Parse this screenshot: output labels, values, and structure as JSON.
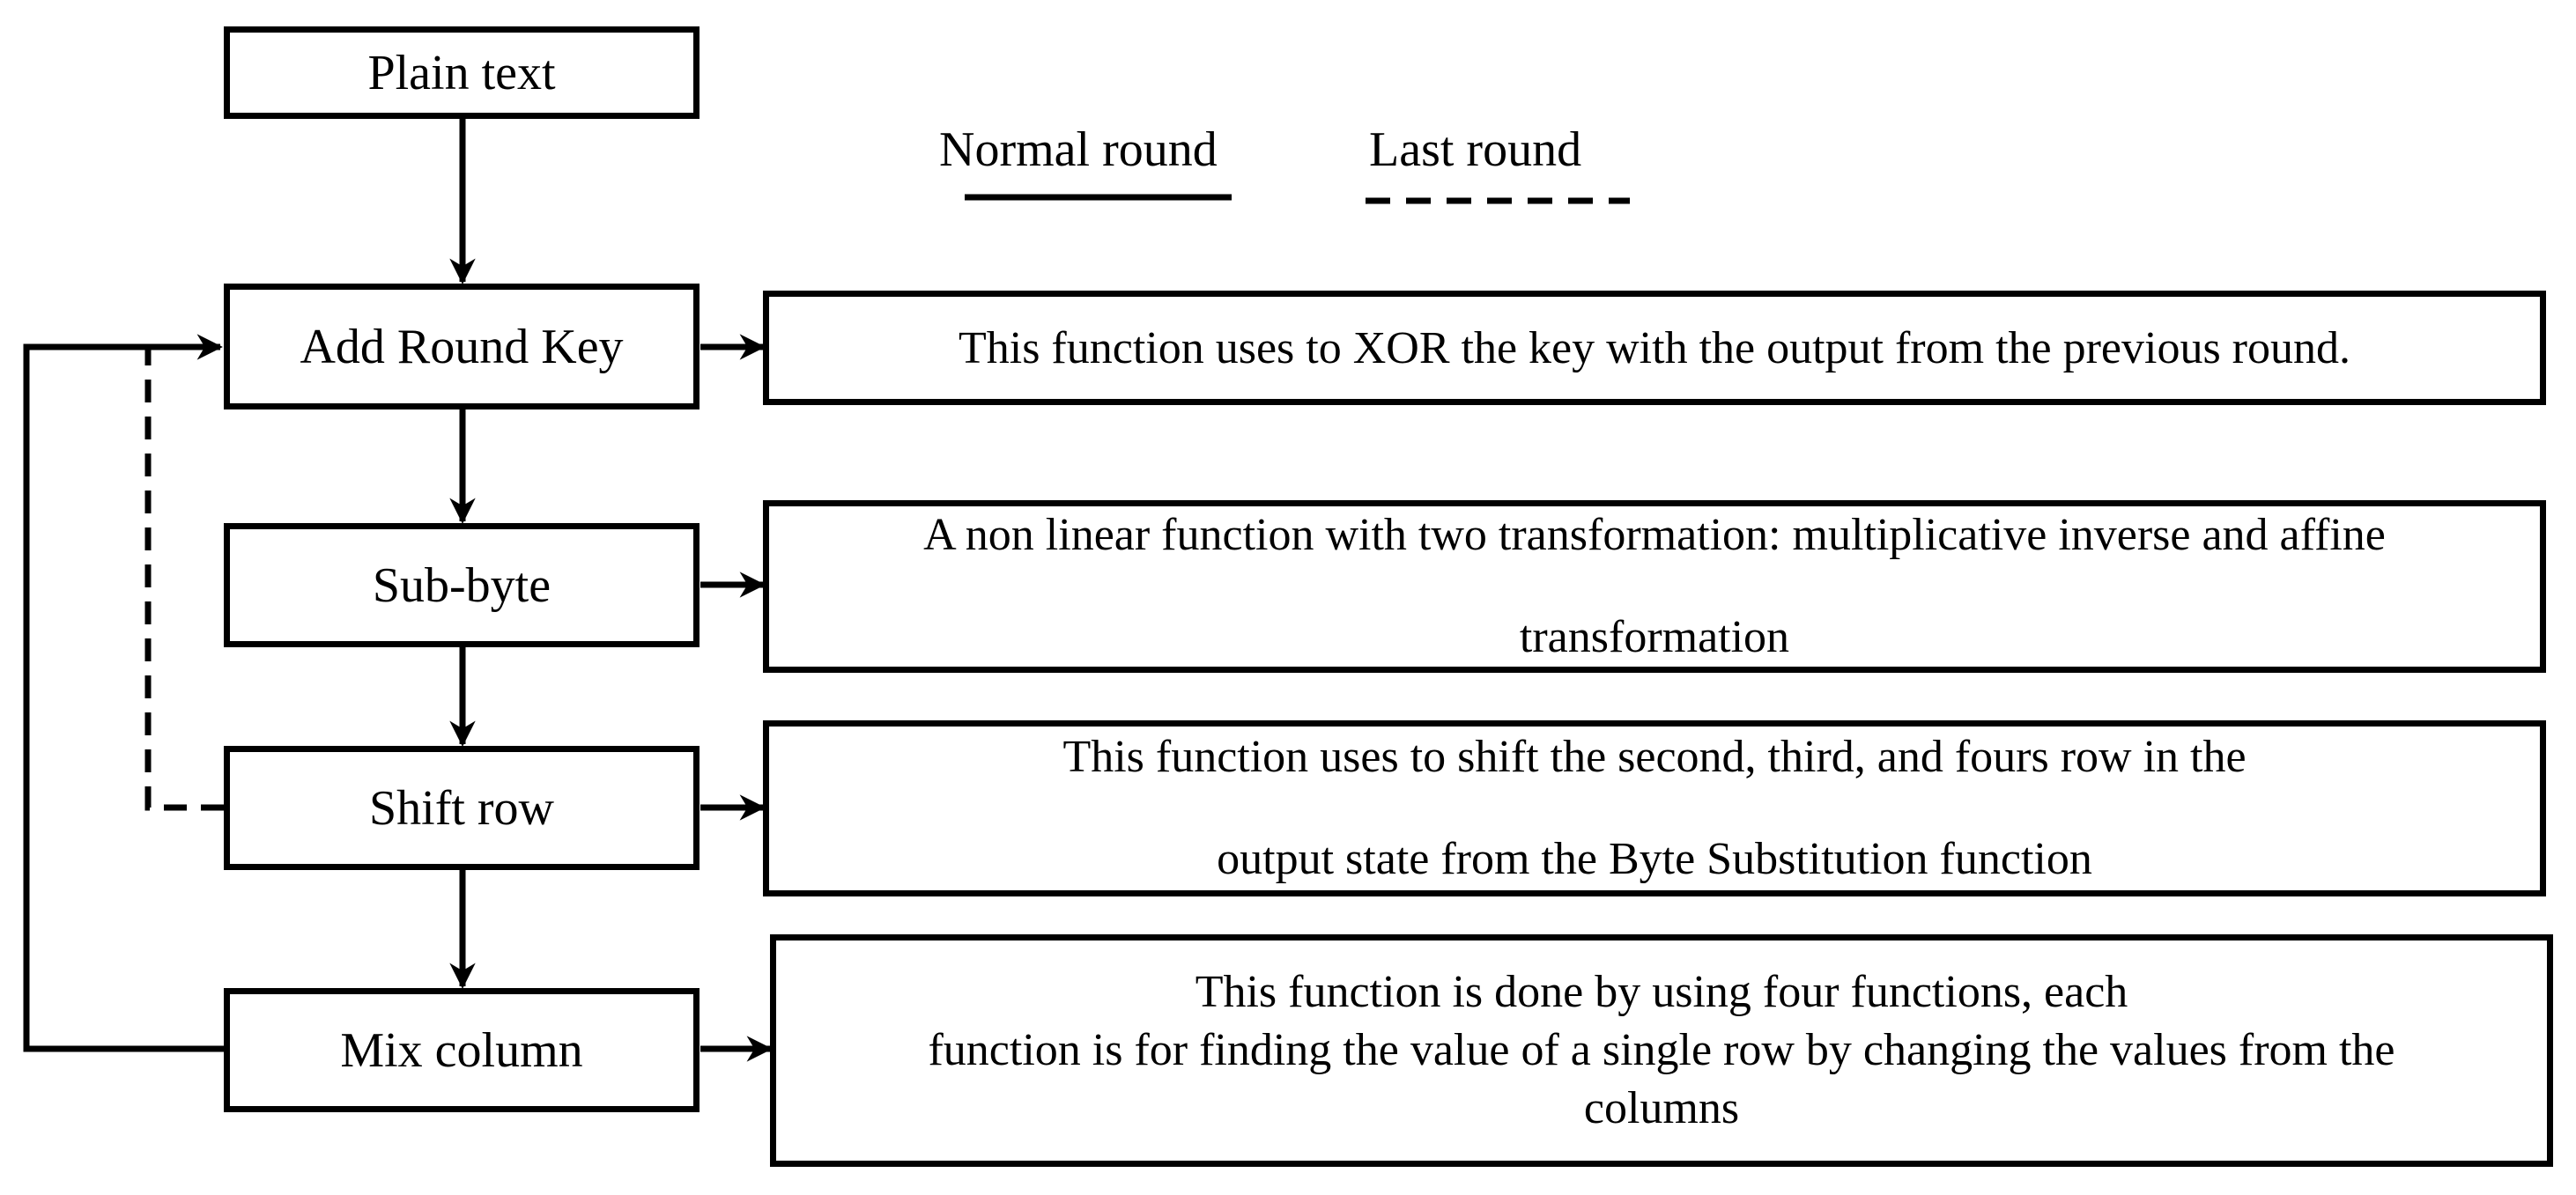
{
  "steps": {
    "plain_text": "Plain text",
    "add_round_key": "Add Round Key",
    "sub_byte": "Sub-byte",
    "shift_row": "Shift row",
    "mix_column": "Mix column"
  },
  "descriptions": {
    "add_round_key": [
      "This function uses to XOR the key with the output from the previous round."
    ],
    "sub_byte": [
      "A non linear function with two transformation: multiplicative inverse and affine",
      "transformation"
    ],
    "shift_row": [
      "This function uses to shift the second, third, and fours row in the",
      "output state from the Byte Substitution function"
    ],
    "mix_column": [
      "This function is done by using four functions, each",
      "function is for finding the value of a single row by changing the values from the",
      "columns"
    ]
  },
  "legend": {
    "normal": "Normal round",
    "last": "Last round"
  }
}
